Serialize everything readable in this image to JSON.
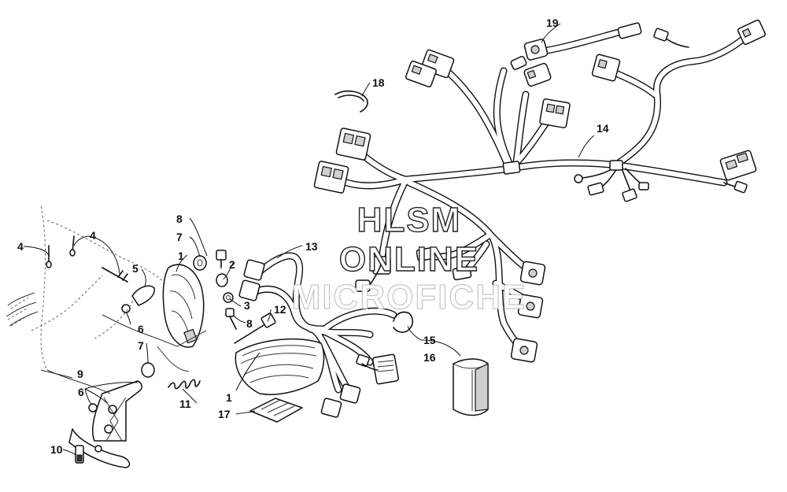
{
  "watermark": {
    "line1": "HLSM",
    "line2": "ONLINE",
    "line3": "MICROFICHE"
  },
  "callouts": [
    {
      "id": "c1a",
      "text": "1"
    },
    {
      "id": "c1b",
      "text": "1"
    },
    {
      "id": "c2",
      "text": "2"
    },
    {
      "id": "c3",
      "text": "3"
    },
    {
      "id": "c4a",
      "text": "4"
    },
    {
      "id": "c4b",
      "text": "4"
    },
    {
      "id": "c5",
      "text": "5"
    },
    {
      "id": "c6a",
      "text": "6"
    },
    {
      "id": "c6b",
      "text": "6"
    },
    {
      "id": "c7a",
      "text": "7"
    },
    {
      "id": "c7b",
      "text": "7"
    },
    {
      "id": "c8a",
      "text": "8"
    },
    {
      "id": "c8b",
      "text": "8"
    },
    {
      "id": "c9",
      "text": "9"
    },
    {
      "id": "c10",
      "text": "10"
    },
    {
      "id": "c11",
      "text": "11"
    },
    {
      "id": "c12",
      "text": "12"
    },
    {
      "id": "c13",
      "text": "13"
    },
    {
      "id": "c14",
      "text": "14"
    },
    {
      "id": "c15",
      "text": "15"
    },
    {
      "id": "c16",
      "text": "16"
    },
    {
      "id": "c17",
      "text": "17"
    },
    {
      "id": "c18",
      "text": "18"
    },
    {
      "id": "c19",
      "text": "19"
    }
  ]
}
